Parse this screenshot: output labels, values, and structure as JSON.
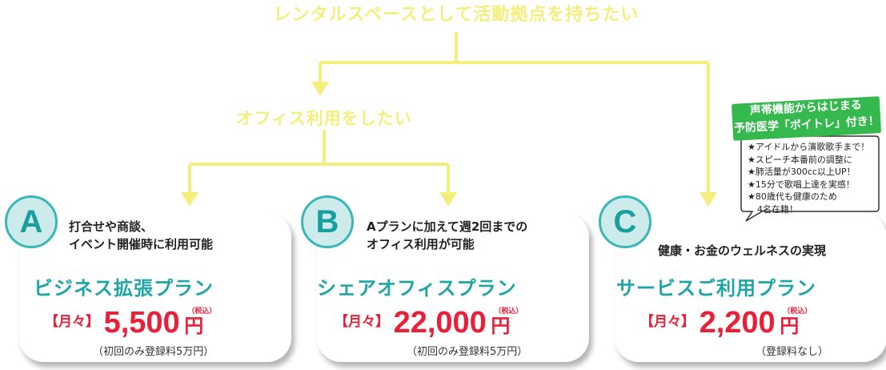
{
  "flow": {
    "top_label": "レンタルスペースとして活動拠点を持ちたい",
    "mid_label": "オフィス利用をしたい"
  },
  "colors": {
    "teal": "#1fa5a6",
    "red": "#e8203a",
    "arrow_yellow": "#f4ef7c",
    "badge_green": "#35b84e"
  },
  "plans": [
    {
      "letter": "A",
      "desc": [
        "打合せや商談、",
        "イベント開催時に利用可能"
      ],
      "name": "ビジネス拡張プラン",
      "monthly": "【月々】",
      "amount": "5,500",
      "yen": "円",
      "tax": "（税込）",
      "note": "（初回のみ登録料5万円）"
    },
    {
      "letter": "B",
      "desc": [
        "Aプランに加えて週2回までの",
        "オフィス利用が可能"
      ],
      "name": "シェアオフィスプラン",
      "monthly": "【月々】",
      "amount": "22,000",
      "yen": "円",
      "tax": "（税込）",
      "note": "（初回のみ登録料5万円）"
    },
    {
      "letter": "C",
      "desc": [
        "健康・お金のウェルネスの実現"
      ],
      "name": "サービスご利用プラン",
      "monthly": "【月々】",
      "amount": "2,200",
      "yen": "円",
      "tax": "（税込）",
      "note": "（登録料なし）"
    }
  ],
  "badge": {
    "line1": "声帯機能からはじまる",
    "line2": "予防医学「ボイトレ」付き！"
  },
  "bubble_items": [
    "★アイドルから演歌歌手まで！",
    "★スピーチ本番前の調整に",
    "★肺活量が300cc以上UP！",
    "★15分で歌唱上達を実感！",
    "★80歳代も健康のため",
    "4名在籍！"
  ]
}
